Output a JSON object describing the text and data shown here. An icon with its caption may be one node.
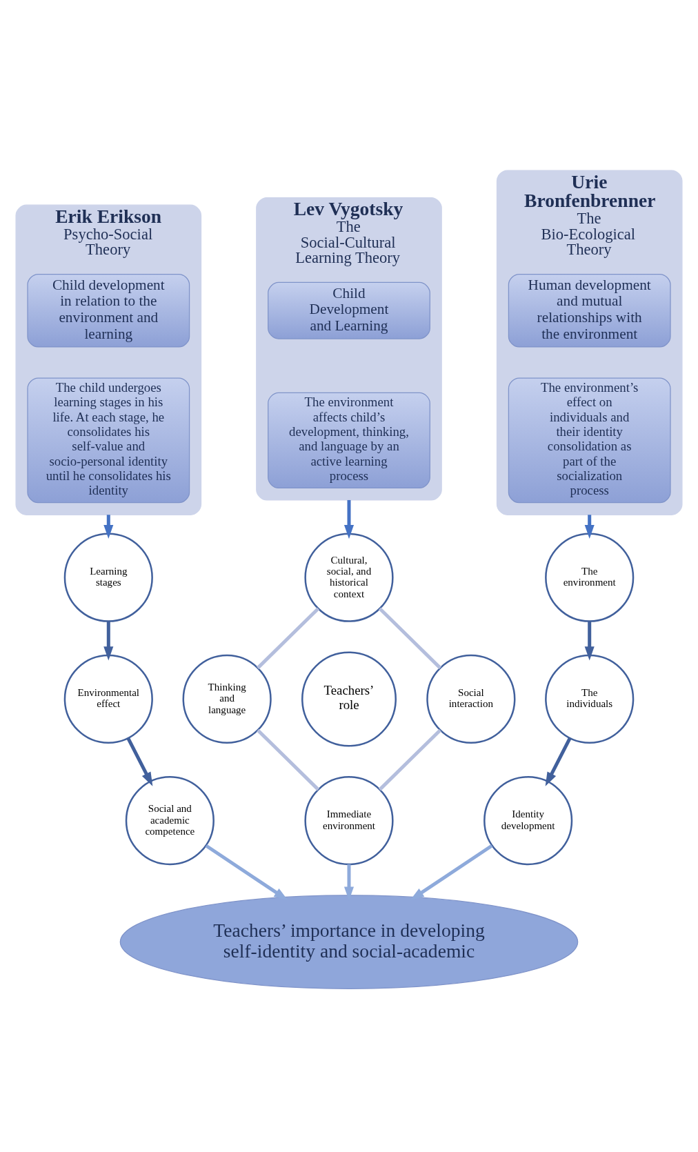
{
  "diagram": {
    "nodes": [
      {
        "text": [
          "Erik Erikson",
          "Psycho-Social Theory"
        ]
      },
      {
        "text": [
          "Child development in relation to the environment and learning"
        ],
        "in": 0
      },
      {
        "text": [
          "The child undergoes learning stages in his life. At each stage, he consolidates his self-value and socio-personal identity until he consolidates his identity"
        ],
        "in": 0
      },
      {
        "text": [
          "Lev Vygotsky",
          "The Social-Cultural Learning Theory"
        ]
      },
      {
        "text": [
          "Child Development and Learning"
        ],
        "in": 3
      },
      {
        "text": [
          "The environment affects child’s development, thinking, and language by an active learning process"
        ],
        "in": 3
      },
      {
        "text": [
          "Urie Bronfenbrenner",
          "The Bio-Ecological Theory"
        ]
      },
      {
        "text": [
          "Human development and mutual relationships with the environment"
        ],
        "in": 6
      },
      {
        "text": [
          "The environment’s effect on individuals and their identity consolidation as part of the socialization process"
        ],
        "in": 6
      },
      {
        "text": [
          "Learning stages"
        ]
      },
      {
        "text": [
          "Environmental effect"
        ]
      },
      {
        "text": [
          "Social and academic competence"
        ]
      },
      {
        "text": [
          "Cultural, social, and historical context"
        ]
      },
      {
        "text": [
          "Thinking and language"
        ]
      },
      {
        "text": [
          "Teachers’ role"
        ]
      },
      {
        "text": [
          "Social interaction"
        ]
      },
      {
        "text": [
          "Immediate environment"
        ]
      },
      {
        "text": [
          "The environment"
        ]
      },
      {
        "text": [
          "The individuals"
        ]
      },
      {
        "text": [
          "Identity development"
        ]
      },
      {
        "text": [
          "Teachers’ importance in developing self-identity and social-academic"
        ]
      }
    ],
    "edges": [
      {
        "from": 0,
        "to": 9,
        "arrow": "to",
        "color": "#4472c4"
      },
      {
        "from": 3,
        "to": 12,
        "arrow": "to",
        "color": "#4472c4"
      },
      {
        "from": 6,
        "to": 17,
        "arrow": "to",
        "color": "#4472c4"
      },
      {
        "from": 9,
        "to": 10,
        "arrow": "to"
      },
      {
        "from": 10,
        "to": 11,
        "arrow": "to"
      },
      {
        "from": 12,
        "to": 15,
        "arrow": "none",
        "color": "#b4bedd"
      },
      {
        "from": 15,
        "to": 16,
        "arrow": "none",
        "color": "#b4bedd"
      },
      {
        "from": 16,
        "to": 13,
        "arrow": "none",
        "color": "#b4bedd"
      },
      {
        "from": 13,
        "to": 12,
        "arrow": "none",
        "color": "#b4bedd"
      },
      {
        "from": 17,
        "to": 18,
        "arrow": "to"
      },
      {
        "from": 18,
        "to": 19,
        "arrow": "to"
      },
      {
        "from": 11,
        "to": 20,
        "arrow": "to",
        "color": "#8eaadb"
      },
      {
        "from": 16,
        "to": 20,
        "arrow": "to",
        "color": "#8eaadb"
      },
      {
        "from": 19,
        "to": 20,
        "arrow": "to",
        "color": "#8eaadb"
      }
    ]
  }
}
